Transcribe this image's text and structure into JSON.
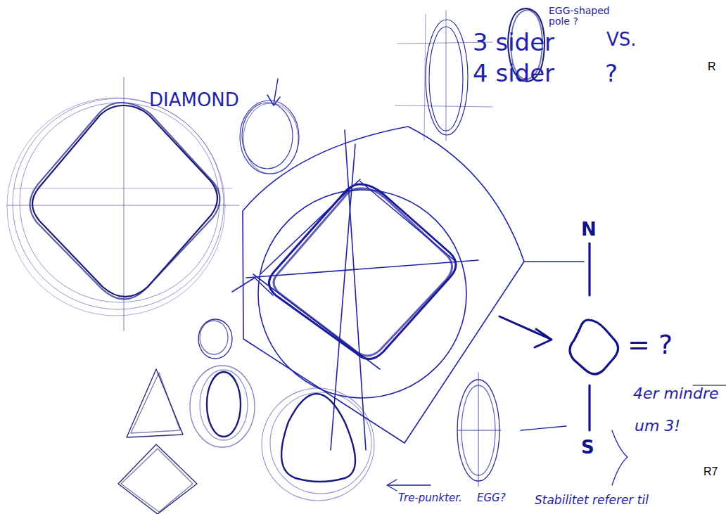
{
  "diagram": {
    "labels": [
      "DIAMOND",
      "EGG-shaped pole ?",
      "R",
      "3 sider",
      "VS.",
      "4 sider",
      "?",
      "N",
      "= ?",
      "S",
      "4er mindre",
      "um 3!",
      "R7",
      "Tre-punkter.",
      "EGG?",
      "Stabilitet referer til"
    ]
  }
}
